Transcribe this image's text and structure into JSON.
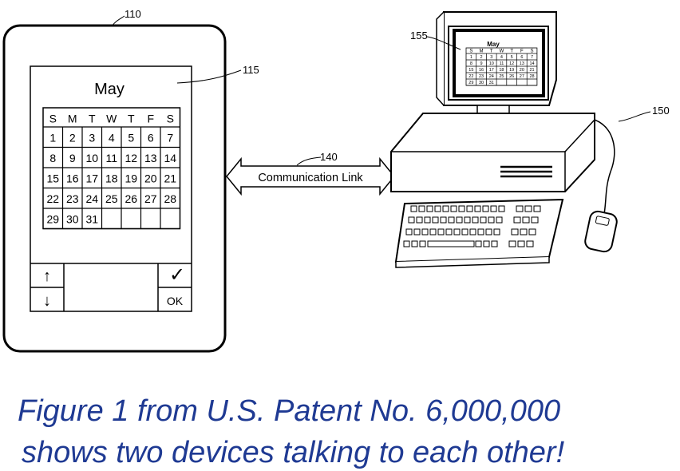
{
  "figure": {
    "refs": {
      "pda": "110",
      "screen": "115",
      "link": "140",
      "computer": "150",
      "monitor_screen": "155"
    },
    "link_label": "Communication Link",
    "pda_calendar": {
      "month": "May",
      "days": [
        "S",
        "M",
        "T",
        "W",
        "T",
        "F",
        "S"
      ],
      "weeks": [
        [
          "1",
          "2",
          "3",
          "4",
          "5",
          "6",
          "7"
        ],
        [
          "8",
          "9",
          "10",
          "11",
          "12",
          "13",
          "14"
        ],
        [
          "15",
          "16",
          "17",
          "18",
          "19",
          "20",
          "21"
        ],
        [
          "22",
          "23",
          "24",
          "25",
          "26",
          "27",
          "28"
        ],
        [
          "29",
          "30",
          "31",
          "",
          "",
          "",
          ""
        ]
      ]
    },
    "pda_buttons": {
      "up": "↑",
      "down": "↓",
      "check": "✓",
      "ok": "OK"
    },
    "monitor_calendar": {
      "month": "May",
      "days": [
        "S",
        "M",
        "T",
        "W",
        "T",
        "F",
        "S"
      ],
      "weeks": [
        [
          "1",
          "2",
          "3",
          "4",
          "5",
          "6",
          "7"
        ],
        [
          "8",
          "9",
          "10",
          "11",
          "12",
          "13",
          "14"
        ],
        [
          "15",
          "16",
          "17",
          "18",
          "19",
          "20",
          "21"
        ],
        [
          "22",
          "23",
          "24",
          "25",
          "26",
          "27",
          "28"
        ],
        [
          "29",
          "30",
          "31",
          "",
          "",
          "",
          ""
        ]
      ]
    }
  },
  "caption": {
    "line1": "Figure 1 from U.S. Patent No. 6,000,000",
    "line2": "shows two devices talking to each other!"
  },
  "colors": {
    "caption": "#1f3a93",
    "ink": "#000000"
  }
}
